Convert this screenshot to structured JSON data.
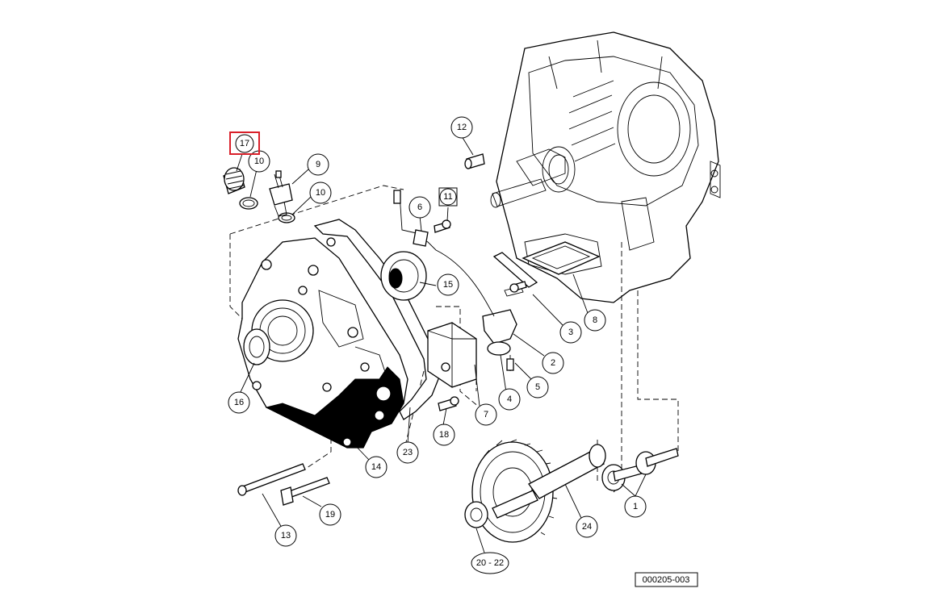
{
  "diagram": {
    "figure_id": "000205-003",
    "highlight_color": "#d9202a",
    "highlighted_callout": "17",
    "callouts": {
      "c1": "1",
      "c2": "2",
      "c3": "3",
      "c4": "4",
      "c5": "5",
      "c6": "6",
      "c7": "7",
      "c8": "8",
      "c9": "9",
      "c10a": "10",
      "c10b": "10",
      "c11": "11",
      "c12": "12",
      "c13": "13",
      "c14": "14",
      "c15": "15",
      "c16": "16",
      "c17": "17",
      "c18": "18",
      "c19": "19",
      "c20": "20 - 22",
      "c23": "23",
      "c24": "24"
    }
  }
}
